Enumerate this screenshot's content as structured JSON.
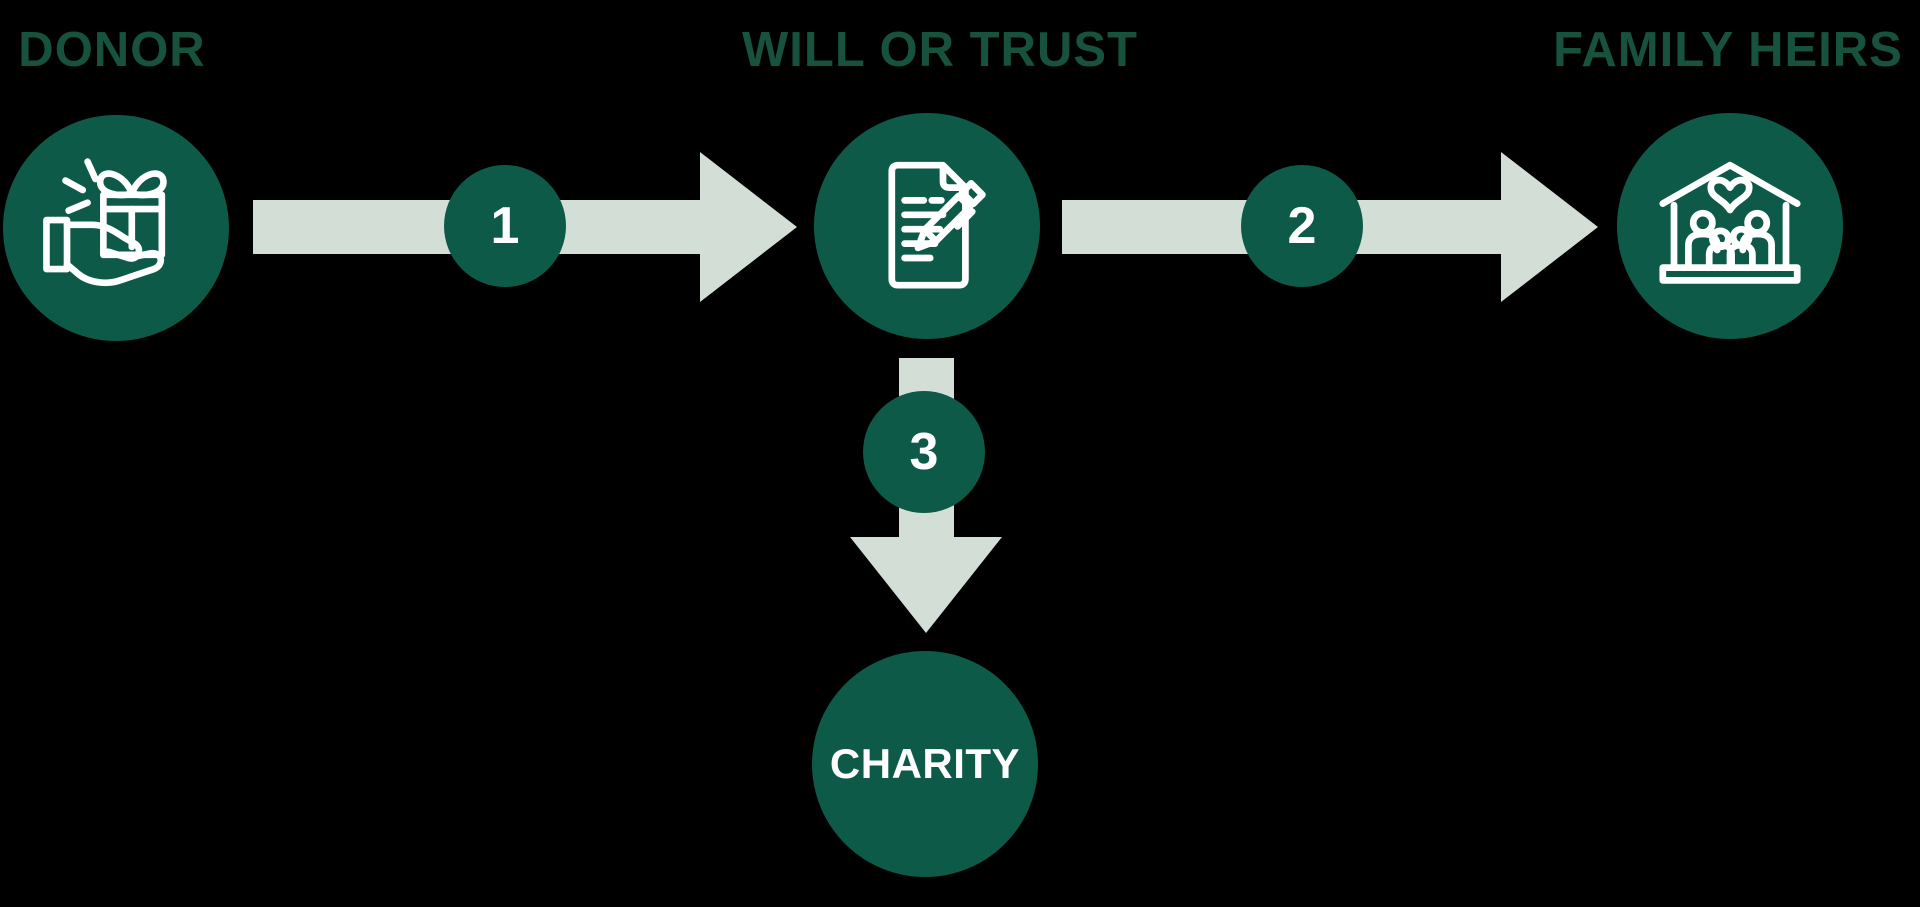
{
  "diagram": {
    "nodes": [
      {
        "id": "donor",
        "label": "DONOR",
        "icon": "gift-in-hand-icon"
      },
      {
        "id": "will_or_trust",
        "label": "WILL OR TRUST",
        "icon": "document-pen-icon"
      },
      {
        "id": "family_heirs",
        "label": "FAMILY HEIRS",
        "icon": "house-family-heart-icon"
      },
      {
        "id": "charity",
        "label": "CHARITY",
        "icon": "none"
      }
    ],
    "steps": [
      {
        "number": "1",
        "from": "donor",
        "to": "will_or_trust",
        "direction": "right"
      },
      {
        "number": "2",
        "from": "will_or_trust",
        "to": "family_heirs",
        "direction": "right"
      },
      {
        "number": "3",
        "from": "will_or_trust",
        "to": "charity",
        "direction": "down"
      }
    ],
    "colors": {
      "node_green": "#0d5a48",
      "label_green": "#17523f",
      "arrow_sage": "#d3ded7",
      "icon_stroke": "#ffffff",
      "background": "#000000"
    }
  }
}
